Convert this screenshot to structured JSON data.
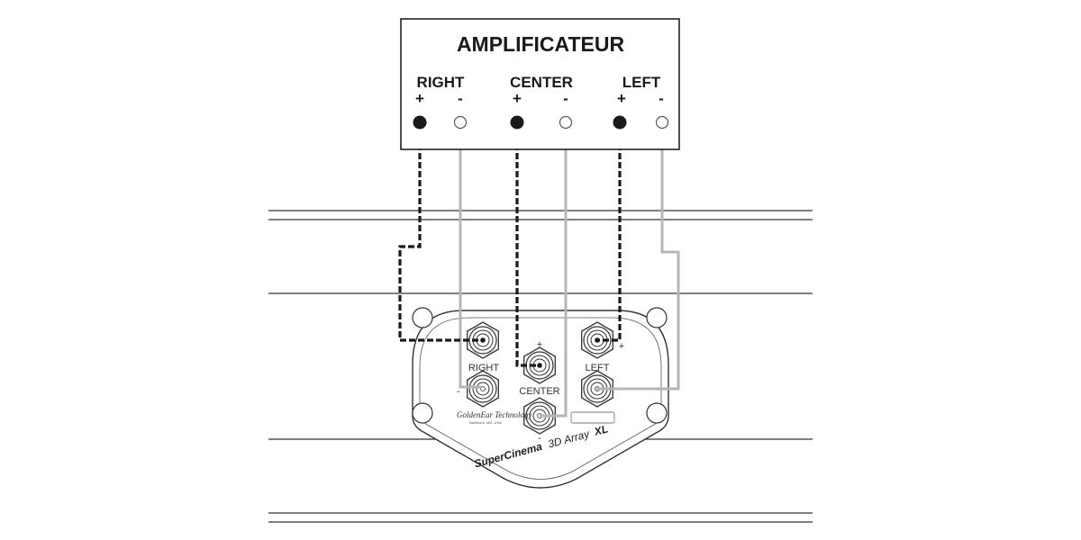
{
  "amplifier": {
    "title": "AMPLIFICATEUR",
    "channels": [
      {
        "label": "RIGHT",
        "plus": "+",
        "minus": "-"
      },
      {
        "label": "CENTER",
        "plus": "+",
        "minus": "-"
      },
      {
        "label": "LEFT",
        "plus": "+",
        "minus": "-"
      }
    ]
  },
  "speaker_plate": {
    "right_label": "RIGHT",
    "center_label": "CENTER",
    "left_label": "LEFT",
    "center_plus": "+",
    "center_minus": "-",
    "right_minus": "-",
    "left_plus": "+",
    "brand": "GoldenEar Technology",
    "brand_location": "Baltimore, MD, USA",
    "model_name": "SuperCinema",
    "model_suffix": "3D Array",
    "model_xl": "XL"
  },
  "colors": {
    "positive_wire": "#1a1a1a",
    "negative_wire": "#b5b5b5",
    "outline": "#333333"
  }
}
